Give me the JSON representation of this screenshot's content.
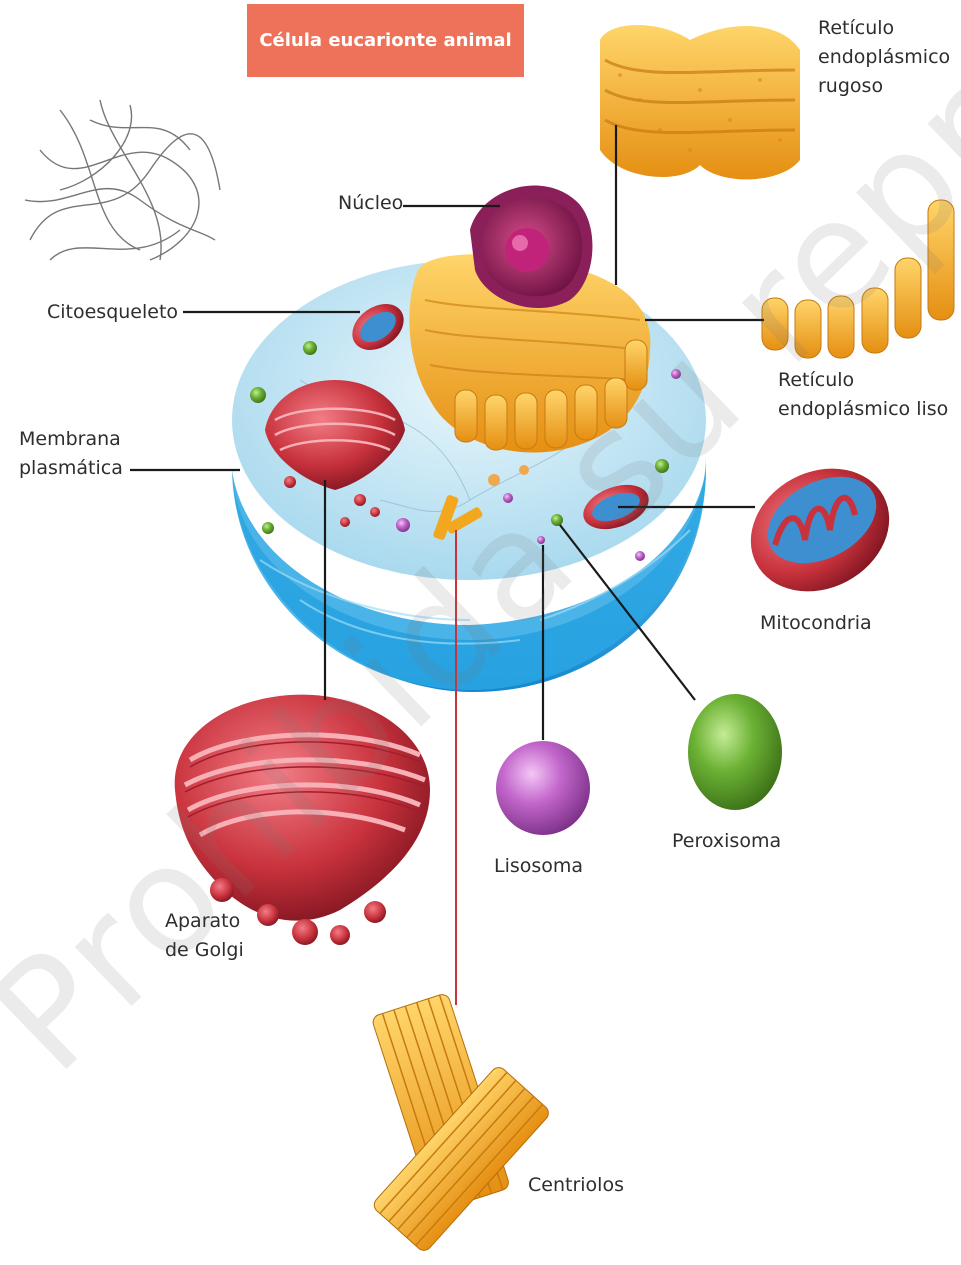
{
  "title": "Célula eucarionte animal",
  "labels": {
    "rer": "Retículo\nendoplásmico\nrugoso",
    "nucleus": "Núcleo",
    "cytoskeleton": "Citoesqueleto",
    "ser": "Retículo\nendoplásmico liso",
    "membrane": "Membrana\nplasmática",
    "mitochondria": "Mitocondria",
    "peroxisome": "Peroxisoma",
    "lysosome": "Lisosoma",
    "golgi": "Aparato\nde Golgi",
    "centrioles": "Centriolos"
  },
  "watermark": "Prohibida su reproducción",
  "colors": {
    "title_bg": "#ee7159",
    "cytoplasm": "#bfe4f2",
    "cell_rim": "#2aa6e3",
    "organelle_orange": "#f2a71e",
    "organelle_red": "#c8323c",
    "lysosome": "#b04dbb",
    "peroxisome": "#5ea62c",
    "nucleus": "#8b1f5a"
  }
}
